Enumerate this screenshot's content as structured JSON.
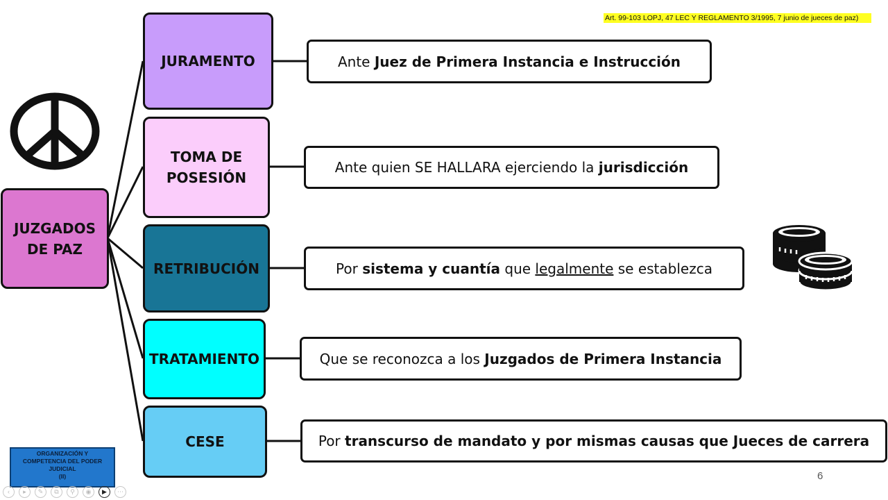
{
  "citation": "Art. 99-103 LOPJ, 47 LEC Y REGLAMENTO 3/1995, 7 junio de jueces de paz)",
  "root": {
    "line1": "JUZGADOS",
    "line2": "DE PAZ",
    "color": "#dc77d0"
  },
  "rows": [
    {
      "label1": "JURAMENTO",
      "label2": "",
      "color": "#c89cfb",
      "desc": [
        {
          "t": "Ante ",
          "s": "n"
        },
        {
          "t": "Juez de Primera Instancia e Instrucción",
          "s": "b"
        }
      ]
    },
    {
      "label1": "TOMA DE",
      "label2": "POSESIÓN",
      "color": "#fbcdfb",
      "desc": [
        {
          "t": "Ante quien SE HALLARA ejerciendo la ",
          "s": "n"
        },
        {
          "t": "jurisdicción",
          "s": "b"
        }
      ]
    },
    {
      "label1": "RETRIBUCIÓN",
      "label2": "",
      "color": "#187596",
      "desc": [
        {
          "t": "Por ",
          "s": "n"
        },
        {
          "t": "sistema y cuantía",
          "s": "b"
        },
        {
          "t": " que ",
          "s": "n"
        },
        {
          "t": "legalmente",
          "s": "u"
        },
        {
          "t": " se establezca",
          "s": "n"
        }
      ]
    },
    {
      "label1": "TRATAMIENTO",
      "label2": "",
      "color": "#00ffff",
      "desc": [
        {
          "t": "Que se reconozca a los ",
          "s": "n"
        },
        {
          "t": "Juzgados de Primera Instancia",
          "s": "b"
        }
      ]
    },
    {
      "label1": "CESE",
      "label2": "",
      "color": "#66cdf5",
      "desc": [
        {
          "t": "Por ",
          "s": "n"
        },
        {
          "t": "transcurso de mandato y por mismas causas que Jueces de carrera",
          "s": "b"
        }
      ]
    }
  ],
  "badge": {
    "line1": "ORGANIZACIÓN Y",
    "line2": "COMPETENCIA DEL PODER",
    "line3": "JUDICIAL",
    "line4": "(II)"
  },
  "page_number": "6",
  "icons": {
    "peace": "peace-sign-icon",
    "coins": "coin-stacks-icon"
  },
  "player_controls": [
    "prev-icon",
    "play-icon",
    "pen-icon",
    "copy-icon",
    "zoom-icon",
    "laser-icon",
    "record-icon",
    "more-icon"
  ]
}
